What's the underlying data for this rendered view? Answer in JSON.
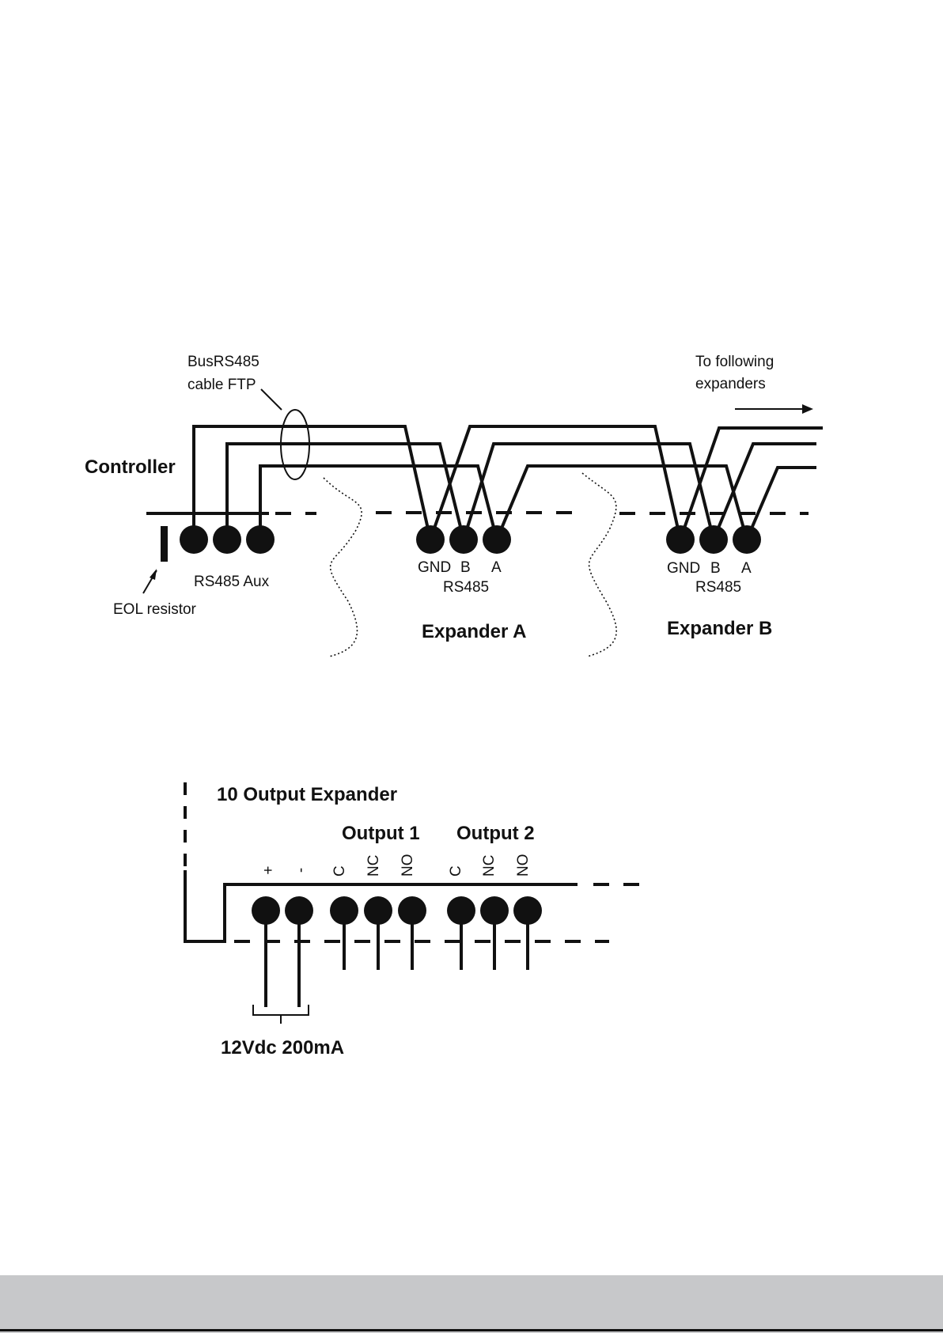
{
  "diagram1": {
    "bus_label_line1": "BusRS485",
    "bus_label_line2": "cable FTP",
    "following_line1": "To following",
    "following_line2": "expanders",
    "controller": "Controller",
    "rs485_aux": "RS485 Aux",
    "eol": "EOL resistor",
    "exp_a": {
      "gnd": "GND",
      "b": "B",
      "a": "A",
      "rs485": "RS485",
      "title": "Expander A"
    },
    "exp_b": {
      "gnd": "GND",
      "b": "B",
      "a": "A",
      "rs485": "RS485",
      "title": "Expander B"
    }
  },
  "diagram2": {
    "title": "10 Output Expander",
    "output1": "Output 1",
    "output2": "Output 2",
    "plus": "+",
    "minus": "-",
    "o1_c": "C",
    "o1_nc": "NC",
    "o1_no": "NO",
    "o2_c": "C",
    "o2_nc": "NC",
    "o2_no": "NO",
    "power": "12Vdc 200mA"
  },
  "colors": {
    "ink": "#111111",
    "footer": "#c7c8ca"
  }
}
